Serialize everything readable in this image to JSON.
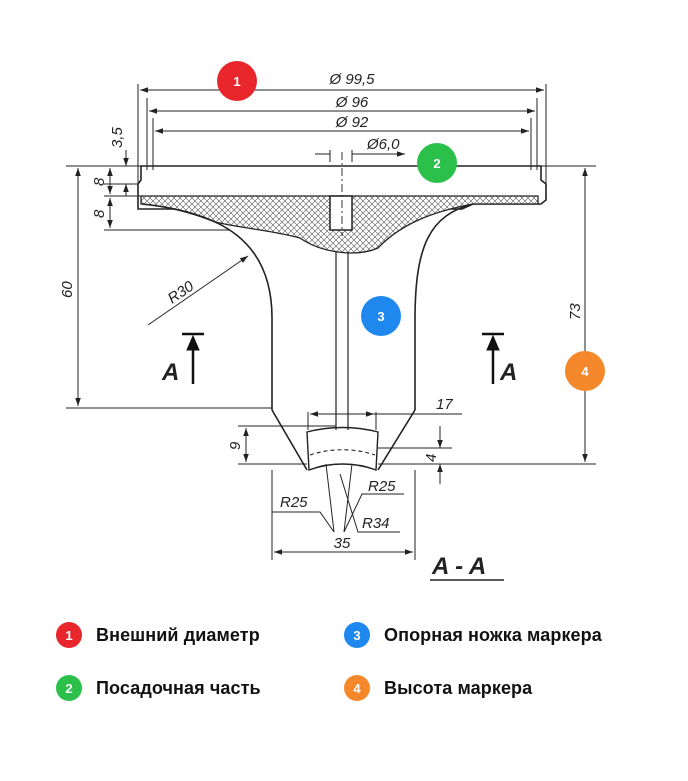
{
  "diagram": {
    "section_title": "A - A",
    "section_marker": "A",
    "dimensions": {
      "d_outer": "Ø 99,5",
      "d_mid": "Ø 96",
      "d_inner": "Ø 92",
      "d_hole": "Ø6,0",
      "h_rim": "3,5",
      "h_plate1": "8",
      "h_plate2": "8",
      "h_60": "60",
      "h_73": "73",
      "h_9": "9",
      "h_4": "4",
      "w_17": "17",
      "w_35": "35",
      "r_30": "R30",
      "r_25_left": "R25",
      "r_25_right": "R25",
      "r_34": "R34"
    },
    "badges": [
      {
        "num": "1",
        "color": "#e8262b"
      },
      {
        "num": "2",
        "color": "#2bc04a"
      },
      {
        "num": "3",
        "color": "#1e88ee"
      },
      {
        "num": "4",
        "color": "#f5882a"
      }
    ]
  },
  "legend": [
    {
      "num": "1",
      "label": "Внешний диаметр",
      "color": "#e8262b"
    },
    {
      "num": "2",
      "label": "Посадочная часть",
      "color": "#2bc04a"
    },
    {
      "num": "3",
      "label": "Опорная ножка маркера",
      "color": "#1e88ee"
    },
    {
      "num": "4",
      "label": "Высота маркера",
      "color": "#f5882a"
    }
  ]
}
